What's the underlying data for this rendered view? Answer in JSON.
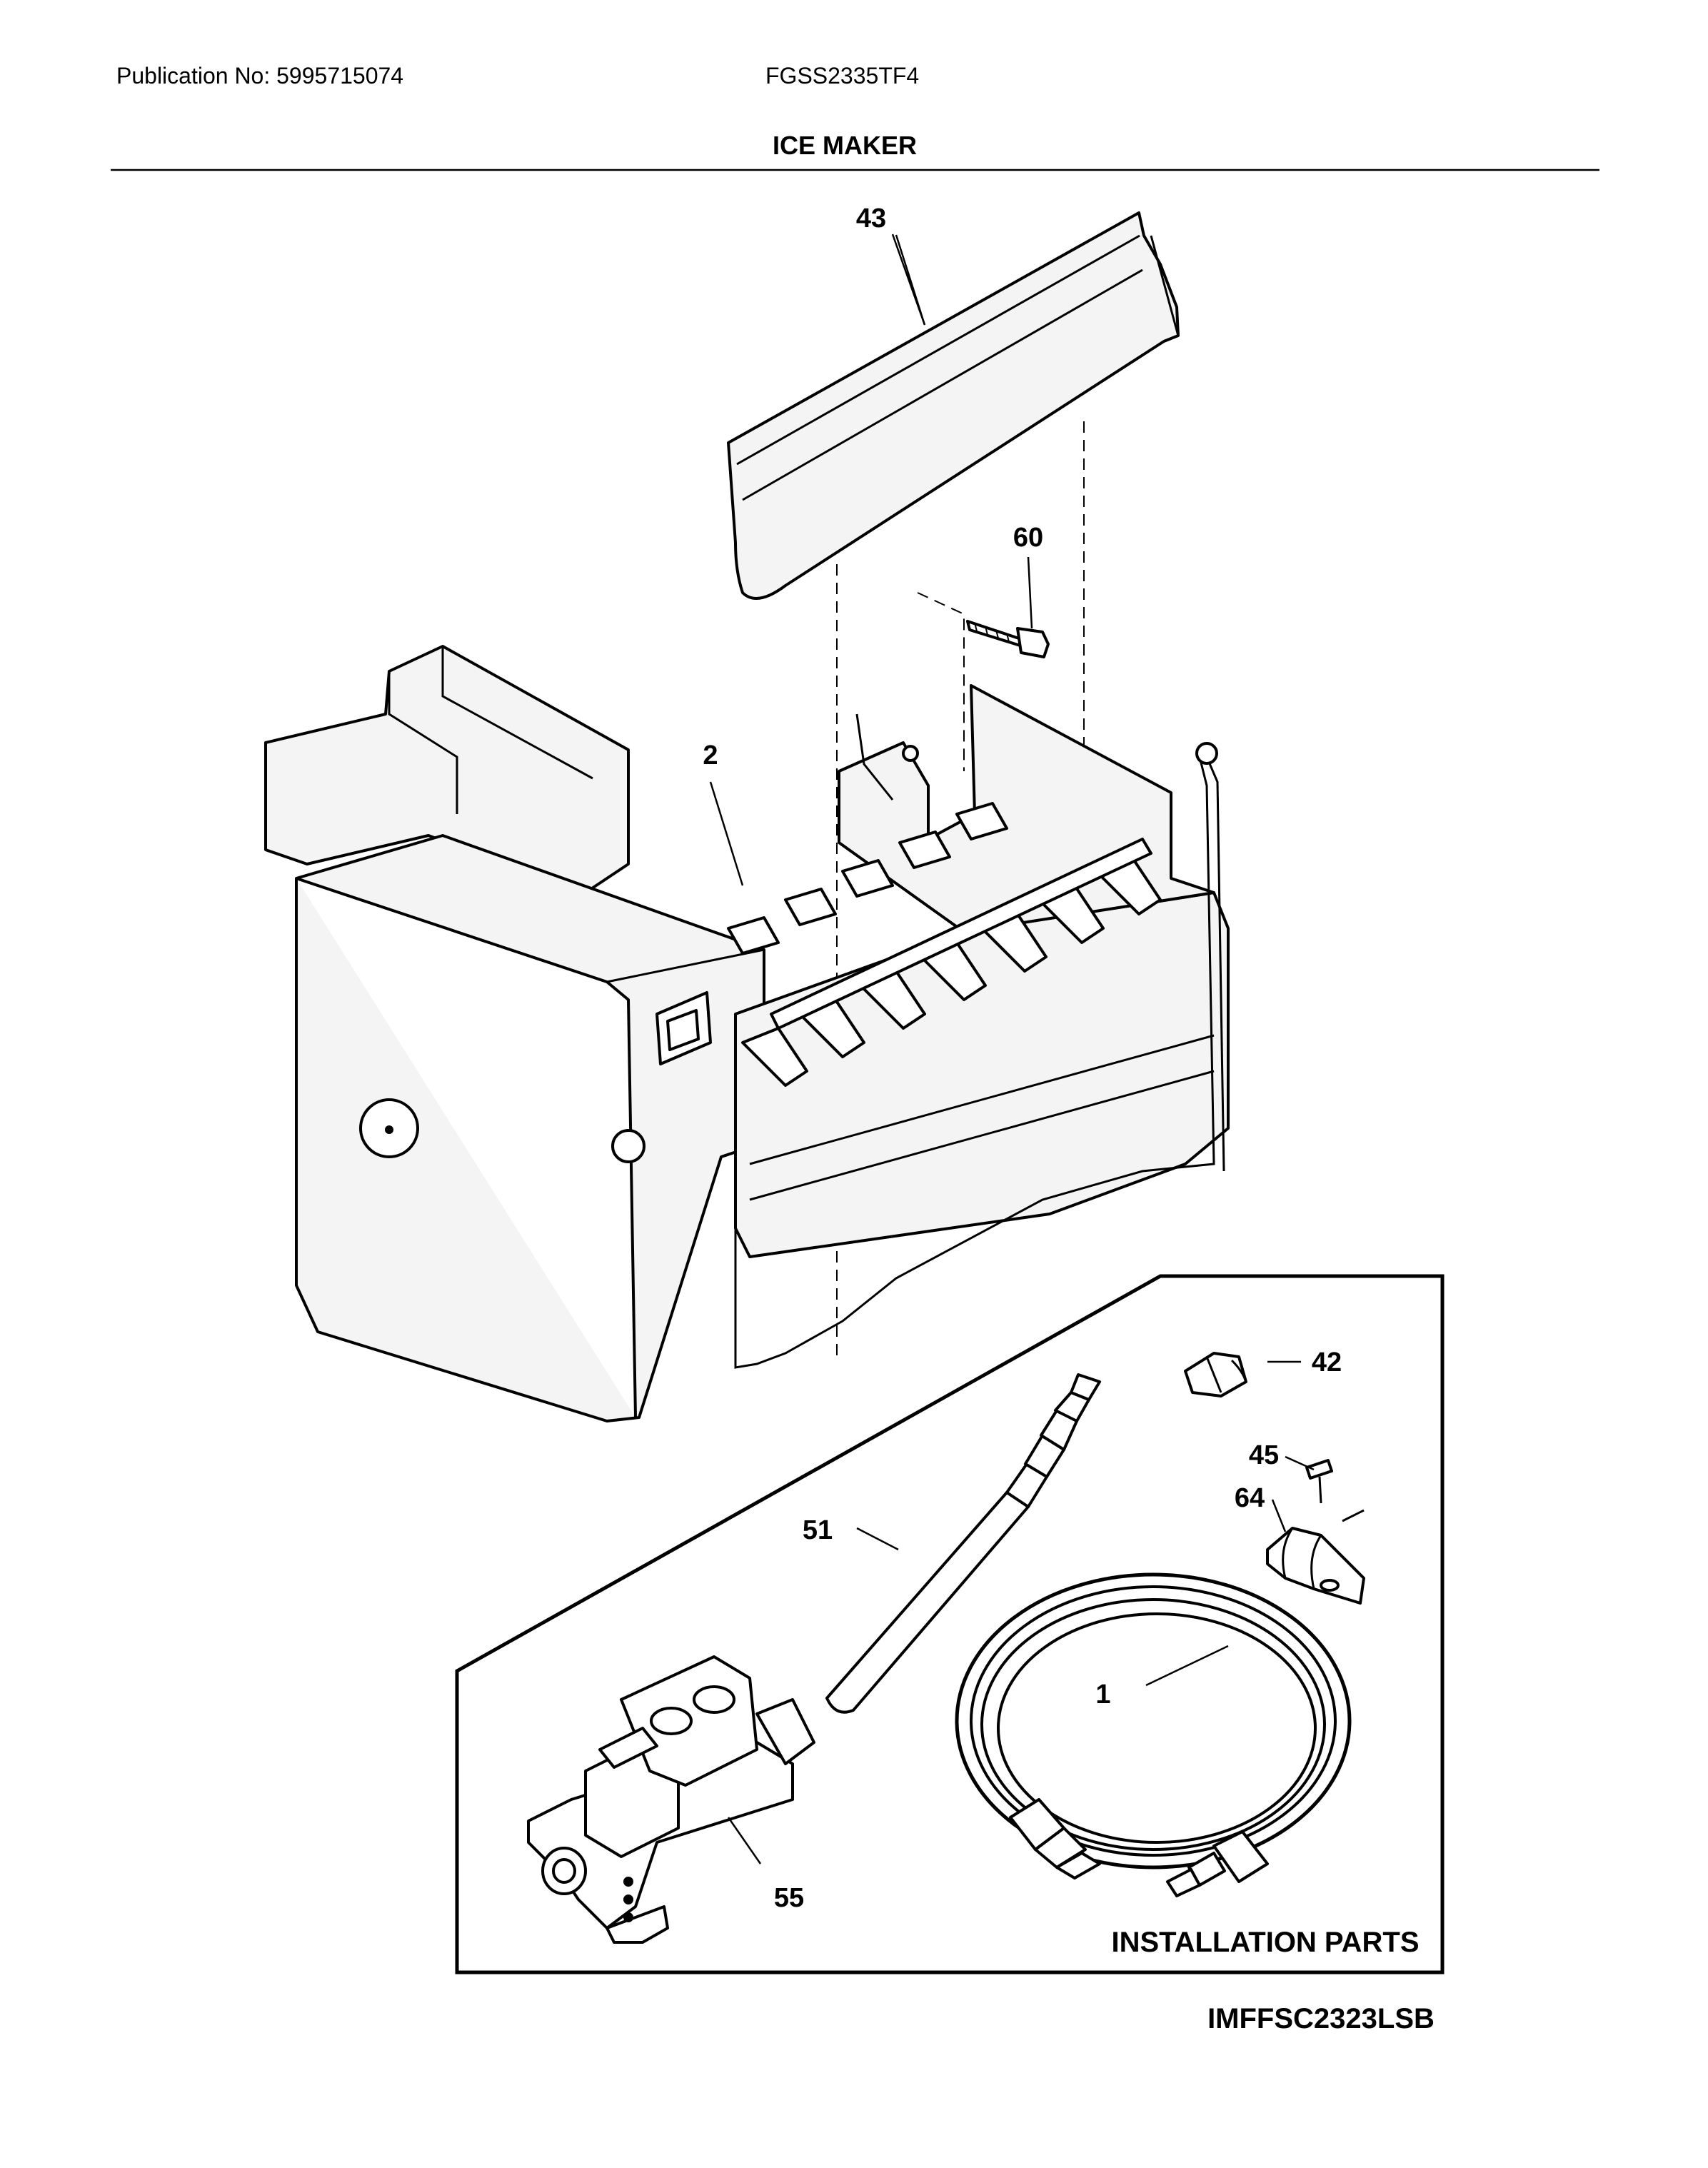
{
  "header": {
    "publication": "Publication No: 5995715074",
    "model": "FGSS2335TF4",
    "section_title": "ICE MAKER"
  },
  "diagram": {
    "callouts": {
      "c43": "43",
      "c60": "60",
      "c2": "2",
      "c42": "42",
      "c45": "45",
      "c64": "64",
      "c51": "51",
      "c1": "1",
      "c55": "55"
    },
    "installation_label": "INSTALLATION PARTS",
    "figure_code": "IMFFSC2323LSB"
  }
}
